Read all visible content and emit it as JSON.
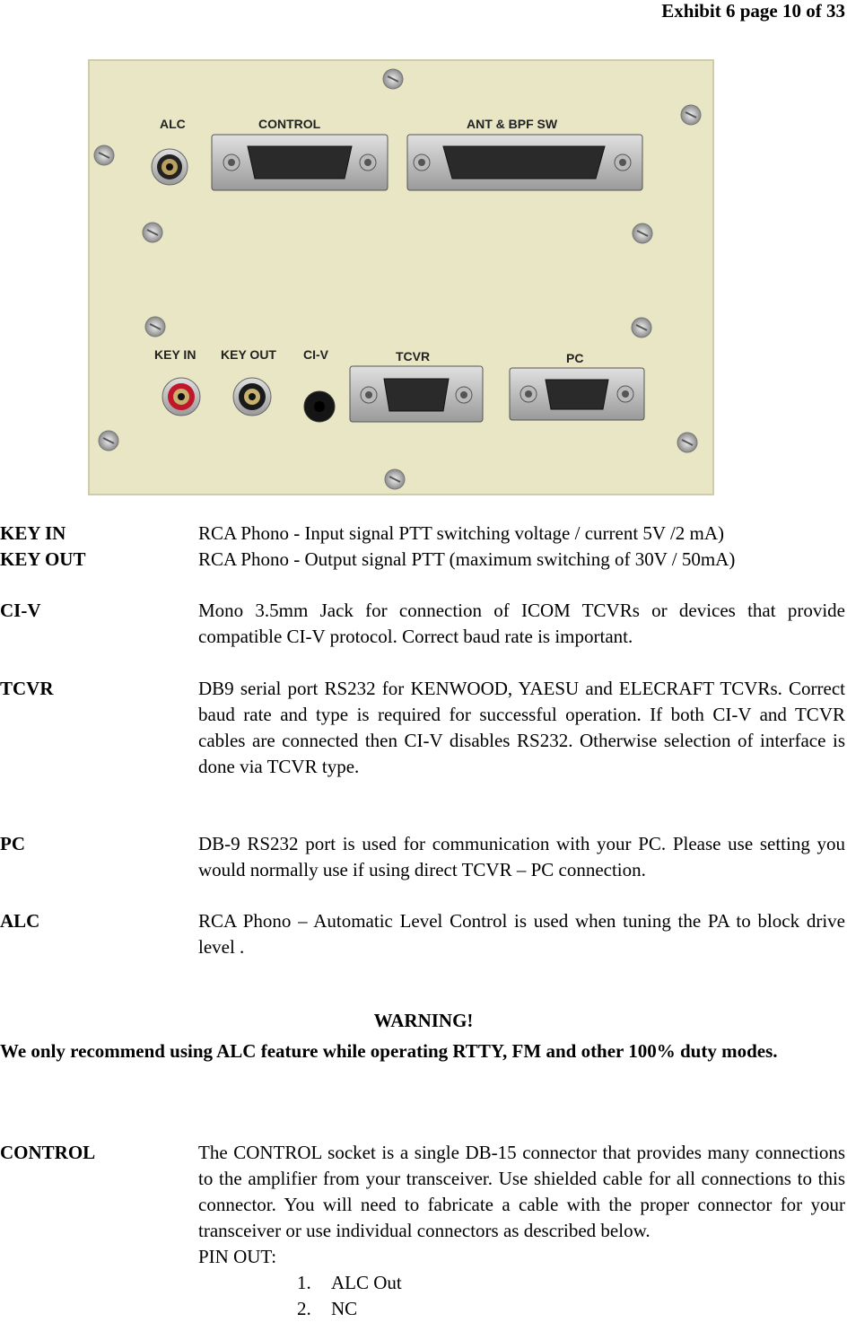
{
  "header": "Exhibit 6 page 10 of 33",
  "photo": {
    "labels": {
      "alc": "ALC",
      "control": "CONTROL",
      "ant_bpf": "ANT & BPF SW",
      "key_in": "KEY IN",
      "key_out": "KEY OUT",
      "civ": "CI-V",
      "tcvr": "TCVR",
      "pc": "PC"
    },
    "panel_color": "#e8e6c4"
  },
  "entries": {
    "key_in": {
      "term": "KEY IN",
      "desc": "RCA Phono - Input signal PTT  switching voltage / current   5V /2 mA)"
    },
    "key_out": {
      "term": "KEY OUT",
      "desc": "RCA Phono - Output signal PTT (maximum switching of  30V / 50mA)"
    },
    "civ": {
      "term": "CI-V",
      "desc": "Mono 3.5mm Jack for connection of ICOM TCVRs or devices that provide compatible CI-V protocol. Correct baud rate is important."
    },
    "tcvr": {
      "term": "TCVR",
      "desc": "DB9 serial port RS232 for  KENWOOD, YAESU and ELECRAFT TCVRs.  Correct baud rate and type is required for successful operation. If both CI-V and TCVR cables are connected  then CI-V disables RS232. Otherwise selection of interface is done via TCVR type."
    },
    "pc": {
      "term": "PC",
      "desc": "DB-9 RS232 port is used for communication with your PC. Please use setting you would normally use  if using direct TCVR – PC connection."
    },
    "alc": {
      "term": "ALC",
      "desc": "RCA Phono – Automatic Level Control is used when tuning the PA to block drive level ."
    }
  },
  "warning": {
    "title": "WARNING!",
    "text": "We only recommend using ALC feature while operating RTTY, FM and other 100% duty modes."
  },
  "control": {
    "term": "CONTROL",
    "desc": "The CONTROL socket is a single DB-15 connector that provides many connections to the amplifier from your transceiver. Use shielded cable for all connections to this connector. You will need to fabricate a cable with the proper connector for your transceiver or use individual connectors as described below.",
    "pinout_label": "PIN OUT:",
    "pins": [
      {
        "num": "1.",
        "label": "ALC Out"
      },
      {
        "num": "2.",
        "label": "NC"
      }
    ]
  }
}
